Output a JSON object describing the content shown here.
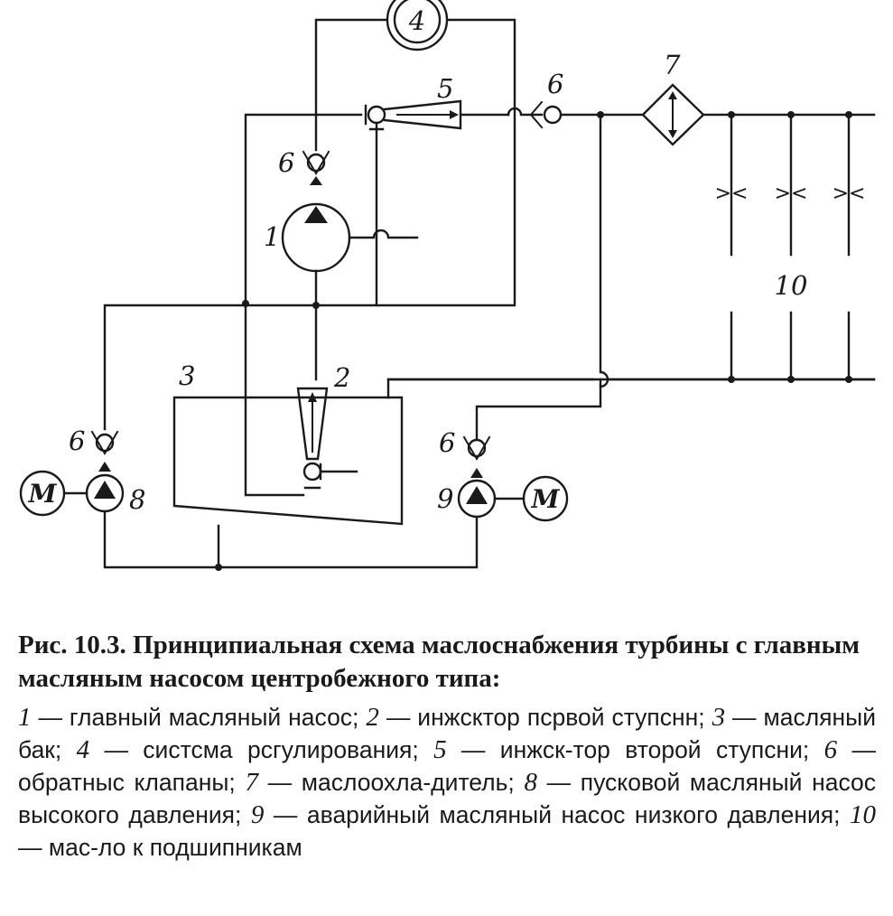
{
  "diagram": {
    "labels": {
      "main_pump": "1",
      "injector_stage1": "2",
      "oil_tank": "3",
      "regulation_system": "4",
      "injector_stage2": "5",
      "check_valve": "6",
      "oil_cooler": "7",
      "startup_pump": "8",
      "emergency_pump": "9",
      "bearings_oil": "10",
      "motor": "M",
      "orifice": "><"
    }
  },
  "caption": {
    "title": "Рис. 10.3. Принципиальная схема маслоснабжения турбины с главным масляным насосом центробежного типа:",
    "legend": [
      {
        "num": "1",
        "text": " — главный масляный насос; "
      },
      {
        "num": "2",
        "text": " — инжсктор пcрвой ступcнн; "
      },
      {
        "num": "3",
        "text": " — масляный бак; "
      },
      {
        "num": "4",
        "text": " — систсма рсгулирования; "
      },
      {
        "num": "5",
        "text": " — инжск-тор второй ступсни; "
      },
      {
        "num": "6",
        "text": " — обратныс клапаны; "
      },
      {
        "num": "7",
        "text": " — маслоохла-дитель; "
      },
      {
        "num": "8",
        "text": " — пусковой масляный насос высокого давления; "
      },
      {
        "num": "9",
        "text": " — аварийный масляный насос низкого давления; "
      },
      {
        "num": "10",
        "text": " — мас-ло к подшипникам"
      }
    ]
  }
}
